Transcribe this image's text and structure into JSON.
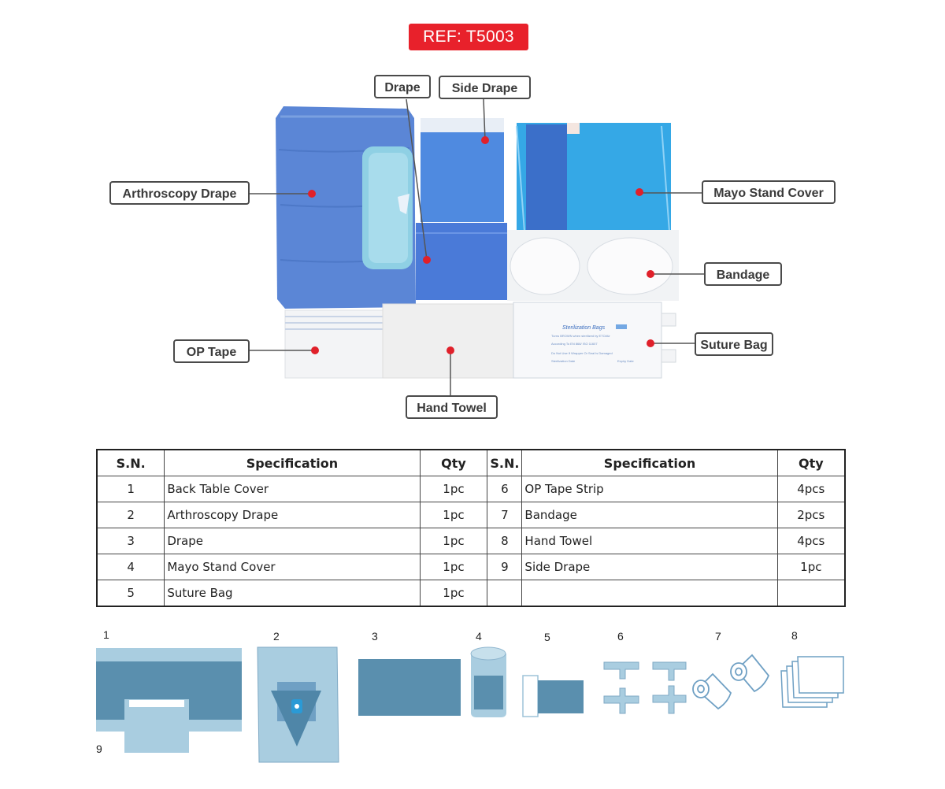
{
  "ref": "REF: T5003",
  "labels": {
    "drape": "Drape",
    "side_drape": "Side Drape",
    "arthroscopy_drape": "Arthroscopy Drape",
    "mayo_stand_cover": "Mayo Stand Cover",
    "bandage": "Bandage",
    "op_tape": "OP Tape",
    "suture_bag": "Suture Bag",
    "hand_towel": "Hand Towel"
  },
  "package_text": {
    "sterilization_bags": "Sterilization Bags",
    "line1": "Turns BROWN when sterilized by ETO/Air",
    "line2": "According To EN 868/ ISO 11607",
    "line3": "Do Not Use If Wrapper Or Seal Is Damaged",
    "line4": "Sterilization Date",
    "line5": "Expiry Date"
  },
  "table": {
    "headers": [
      "S.N.",
      "Specification",
      "Qty",
      "S.N.",
      "Specification",
      "Qty"
    ],
    "rows": [
      [
        "1",
        "Back Table Cover",
        "1pc",
        "6",
        "OP Tape Strip",
        "4pcs"
      ],
      [
        "2",
        "Arthroscopy Drape",
        "1pc",
        "7",
        "Bandage",
        "2pcs"
      ],
      [
        "3",
        "Drape",
        "1pc",
        "8",
        "Hand Towel",
        "4pcs"
      ],
      [
        "4",
        "Mayo Stand Cover",
        "1pc",
        "9",
        "Side Drape",
        "1pc"
      ],
      [
        "5",
        "Suture Bag",
        "1pc",
        "",
        "",
        ""
      ]
    ]
  },
  "icon_numbers": [
    "1",
    "2",
    "3",
    "4",
    "5",
    "6",
    "7",
    "8",
    "9"
  ],
  "colors": {
    "ref_bg": "#e8212b",
    "drape_blue": "#5b86d6",
    "mayo_blue": "#35a8e6",
    "icon_dark": "#5a8fae",
    "icon_light": "#a9cde0",
    "marker": "#e0202a"
  }
}
